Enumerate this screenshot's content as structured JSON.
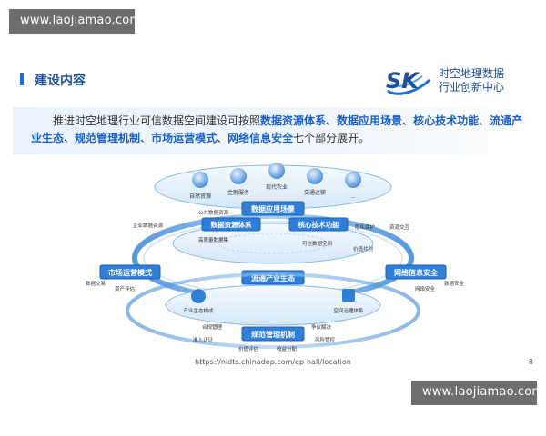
{
  "watermarks": {
    "top": "www.laojiamao.com",
    "bottom": "www.laojiamao.com"
  },
  "slide": {
    "title": "建设内容",
    "logo": {
      "mark": "SK",
      "line1": "时空地理数据",
      "line2": "行业创新中心"
    },
    "intro": {
      "prefix": "推进时空地理行业可信数据空间建设可按照",
      "parts": [
        "数据资源体系",
        "数据应用场景",
        "核心技术功能",
        "流通产业生态",
        "规范管理机制",
        "市场运营模式",
        "网络信息安全"
      ],
      "separator": "、",
      "suffix": "七个部分展开。"
    },
    "diagram": {
      "top_items": [
        "自然资源",
        "金融服务",
        "现代农业",
        "交通运输",
        "..."
      ],
      "main_labels": {
        "apps": "数据应用场景",
        "resources": "数据资源体系",
        "core": "核心技术功能",
        "market": "市场运营模式",
        "flow": "流通产业生态",
        "security": "网络信息安全",
        "norms": "规范管理机制"
      },
      "small_labels": {
        "public_data": "公共数据资源",
        "enterprise_data": "企业数据资源",
        "quality": "高质量数据集",
        "privacy": "隐私保护",
        "dataspace": "可信数据空间",
        "exchange": "数据交易",
        "assets": "资产评估",
        "industry": "产业生态构成",
        "governance": "空间治理体系",
        "interop": "资源交互",
        "value": "价值共创",
        "net_security": "网络安全",
        "data_security": "数据安全",
        "compliance": "合规管理",
        "access": "准入认证",
        "dispute": "争议解决",
        "risk": "风险管控",
        "price": "价值评估",
        "revenue": "收益分配"
      }
    },
    "footer_url": "https://nidts.chinadep.com/ep-hall/location",
    "page_number": "8"
  },
  "colors": {
    "accent": "#1f6fd1",
    "dark_blue": "#1f4e9c",
    "highlight": "#1b5fc6",
    "label_fill": "#2f7fd8",
    "label_border": "#1e62b8"
  }
}
